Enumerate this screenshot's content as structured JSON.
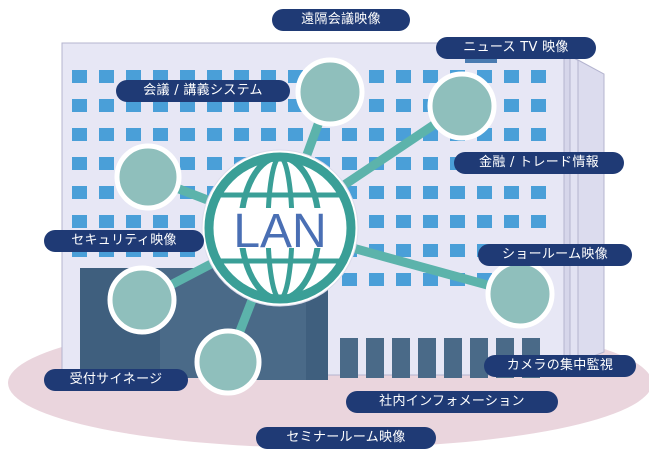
{
  "hub": {
    "label": "LAN"
  },
  "labels": {
    "remote_conference": "遠隔会議映像",
    "news_tv": "ニュース TV 映像",
    "conference_lecture": "会議 / 講義システム",
    "finance_trade": "金融 / トレード情報",
    "security": "セキュリティ映像",
    "showroom": "ショールーム映像",
    "camera_monitoring": "カメラの集中監視",
    "reception_signage": "受付サイネージ",
    "internal_information": "社内インフォメーション",
    "seminar_room": "セミナールーム映像"
  },
  "colors": {
    "pill_bg": "#1f3a75",
    "node_fill": "#8fbfbc",
    "link": "#5cb3ab",
    "building": "#e7e7f5",
    "window": "#4a9fd8",
    "ground": "#ead5dd",
    "globe_text": "#4a6fb4"
  }
}
